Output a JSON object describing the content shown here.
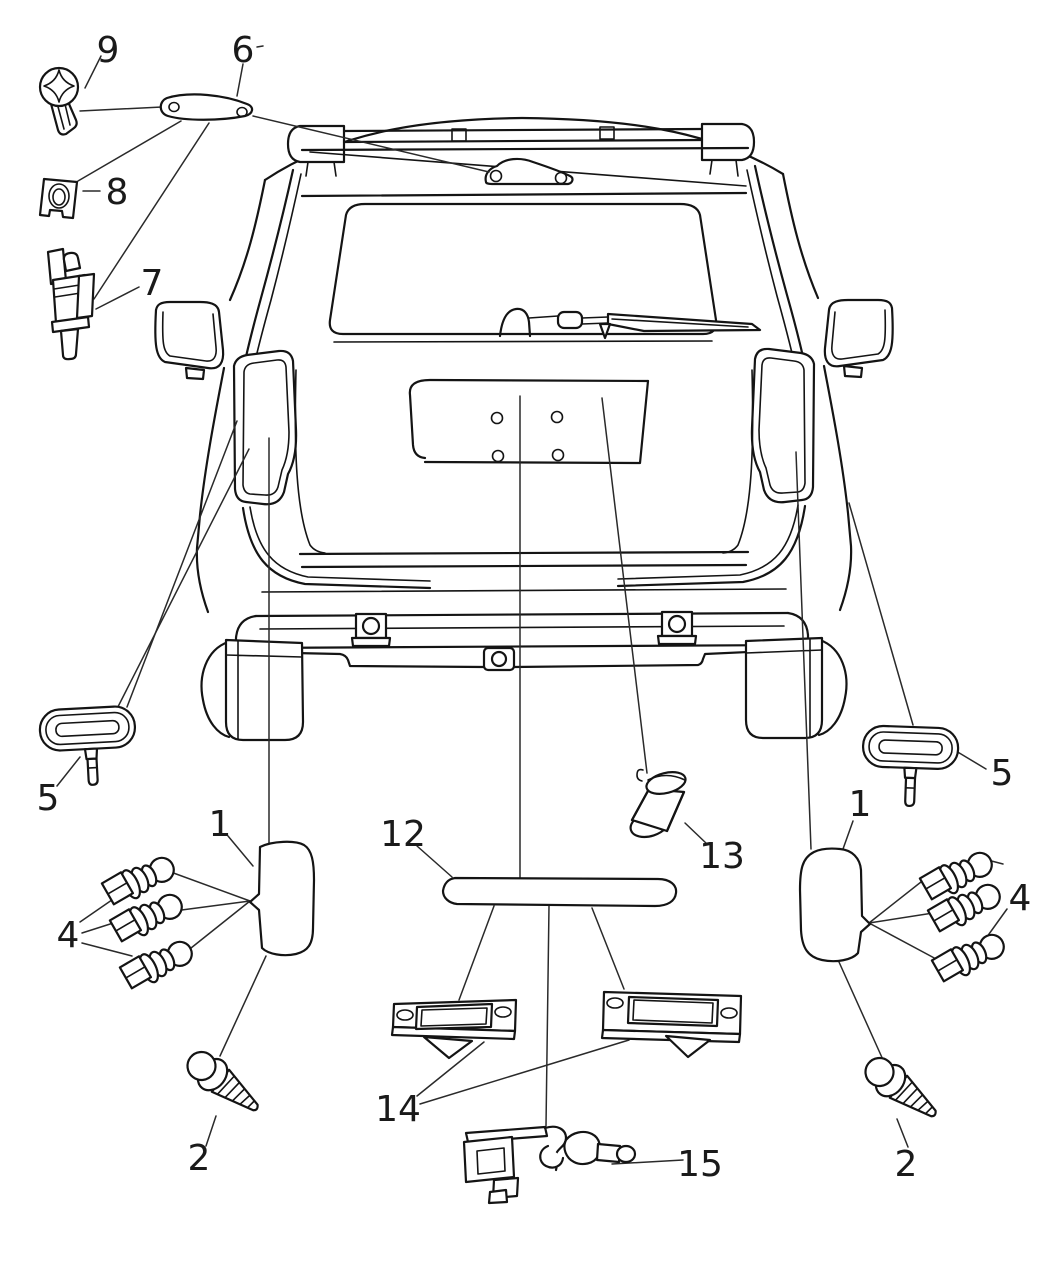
{
  "diagram": {
    "description": "Exploded parts diagram, rear view of minivan with rear lamp components",
    "background_color": "#ffffff",
    "line_color": "#141414",
    "callouts": {
      "c1": "1",
      "c2": "2",
      "c4": "4",
      "c5": "5",
      "c6": "6",
      "c7": "7",
      "c8": "8",
      "c9": "9",
      "c12": "12",
      "c13": "13",
      "c14": "14",
      "c15": "15"
    }
  }
}
